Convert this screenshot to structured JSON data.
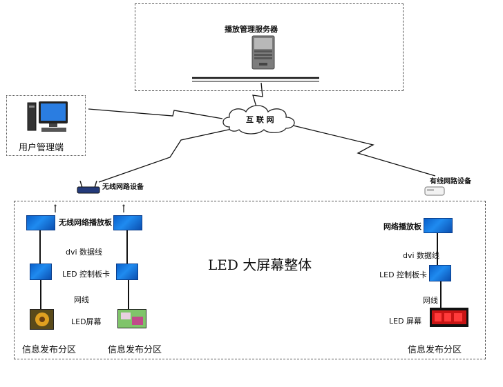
{
  "server": {
    "label": "播放管理服务器"
  },
  "client": {
    "label": "用户管理端"
  },
  "internet": {
    "label": "互 联 网"
  },
  "wireless_device": {
    "label": "无线网路设备"
  },
  "wired_device": {
    "label": "有线网路设备"
  },
  "main_title": "LED 大屏幕整体",
  "left": {
    "player_label": "无线网络播放板",
    "dvi_label": "dvi 数据线",
    "ctrl_label": "LED 控制板卡",
    "net_label": "网线",
    "screen_label": "LED屏幕",
    "zone1_label": "信息发布分区",
    "zone2_label": "信息发布分区"
  },
  "right": {
    "player_label": "网络播放板",
    "dvi_label": "dvi 数据线",
    "ctrl_label": "LED 控制板卡",
    "net_label": "网线",
    "screen_label": "LED 屏幕",
    "zone_label": "信息发布分区"
  },
  "colors": {
    "panel_blue": "#1f8bf0",
    "red_led": "#c81414",
    "line": "#111111"
  }
}
